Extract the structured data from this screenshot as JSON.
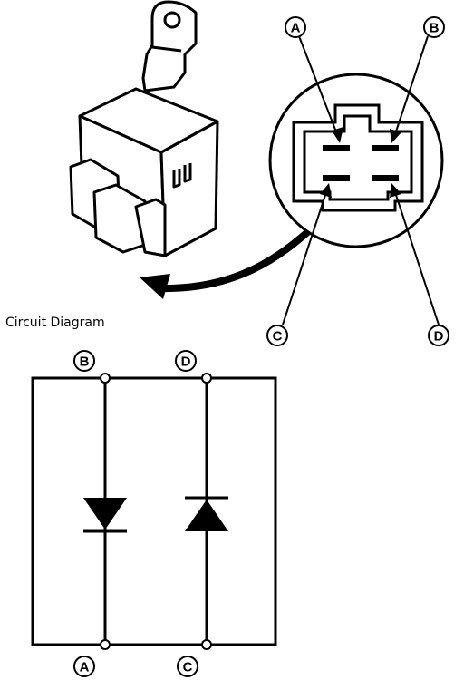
{
  "caption": "Circuit Diagram",
  "connector_pins": {
    "a": "A",
    "b": "B",
    "c": "C",
    "d": "D"
  },
  "circuit_terminals": {
    "top_left": "B",
    "top_right": "D",
    "bottom_left": "A",
    "bottom_right": "C"
  },
  "icons": {
    "component": "diode-unit-illustration-icon",
    "connector": "connector-face-icon",
    "pointer": "curved-arrow-icon",
    "diode_down": "diode-symbol-icon",
    "diode_up": "diode-symbol-icon"
  }
}
